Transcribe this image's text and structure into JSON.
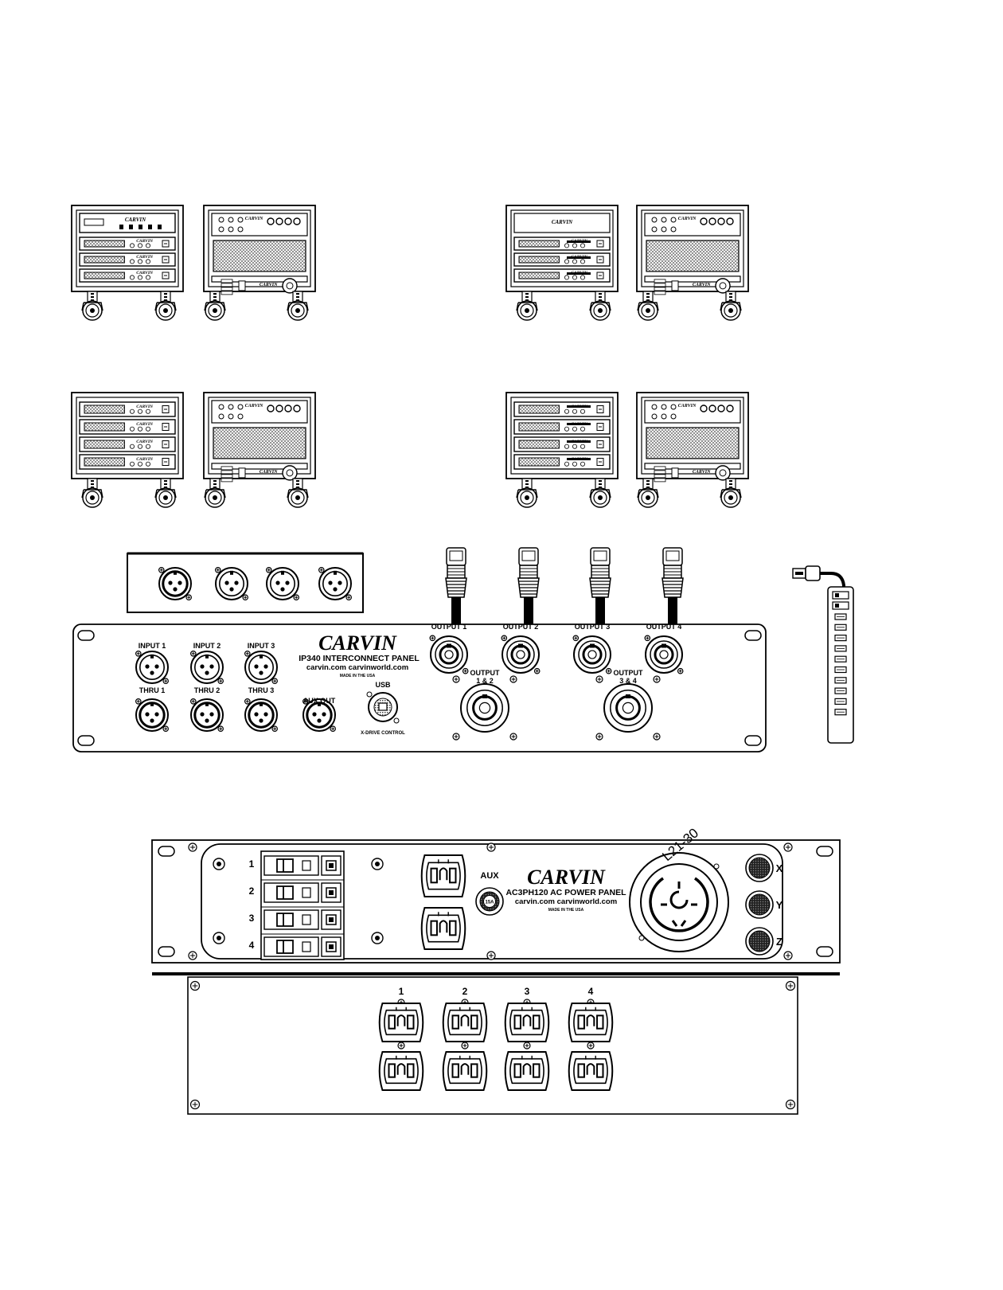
{
  "racks": {
    "brand": "CARVIN"
  },
  "ip340": {
    "brand": "CARVIN",
    "model": "IP340 INTERCONNECT PANEL",
    "urls": "carvin.com   carvinworld.com",
    "made": "MADE IN THE USA",
    "inputs": [
      "INPUT 1",
      "INPUT 2",
      "INPUT 3"
    ],
    "thrus": [
      "THRU 1",
      "THRU 2",
      "THRU 3"
    ],
    "aux_out": "AUX OUT",
    "usb": "USB",
    "xdrive": "X-DRIVE CONTROL",
    "outputs": [
      "OUTPUT 1",
      "OUTPUT 2",
      "OUTPUT 3",
      "OUTPUT 4"
    ],
    "output_12": [
      "OUTPUT",
      "1 & 2"
    ],
    "output_34": [
      "OUTPUT",
      "3 & 4"
    ]
  },
  "ac3ph120": {
    "brand": "CARVIN",
    "model": "AC3PH120  AC POWER PANEL",
    "urls": "carvin.com   carvinworld.com",
    "made": "MADE IN THE USA",
    "breakers": [
      "1",
      "2",
      "3",
      "4"
    ],
    "aux": "AUX",
    "aux_fuse": "15A",
    "twistlock": "L21-30",
    "phases": [
      "X",
      "Y",
      "Z"
    ]
  },
  "outlet_panel": {
    "numbers": [
      "1",
      "2",
      "3",
      "4"
    ]
  }
}
